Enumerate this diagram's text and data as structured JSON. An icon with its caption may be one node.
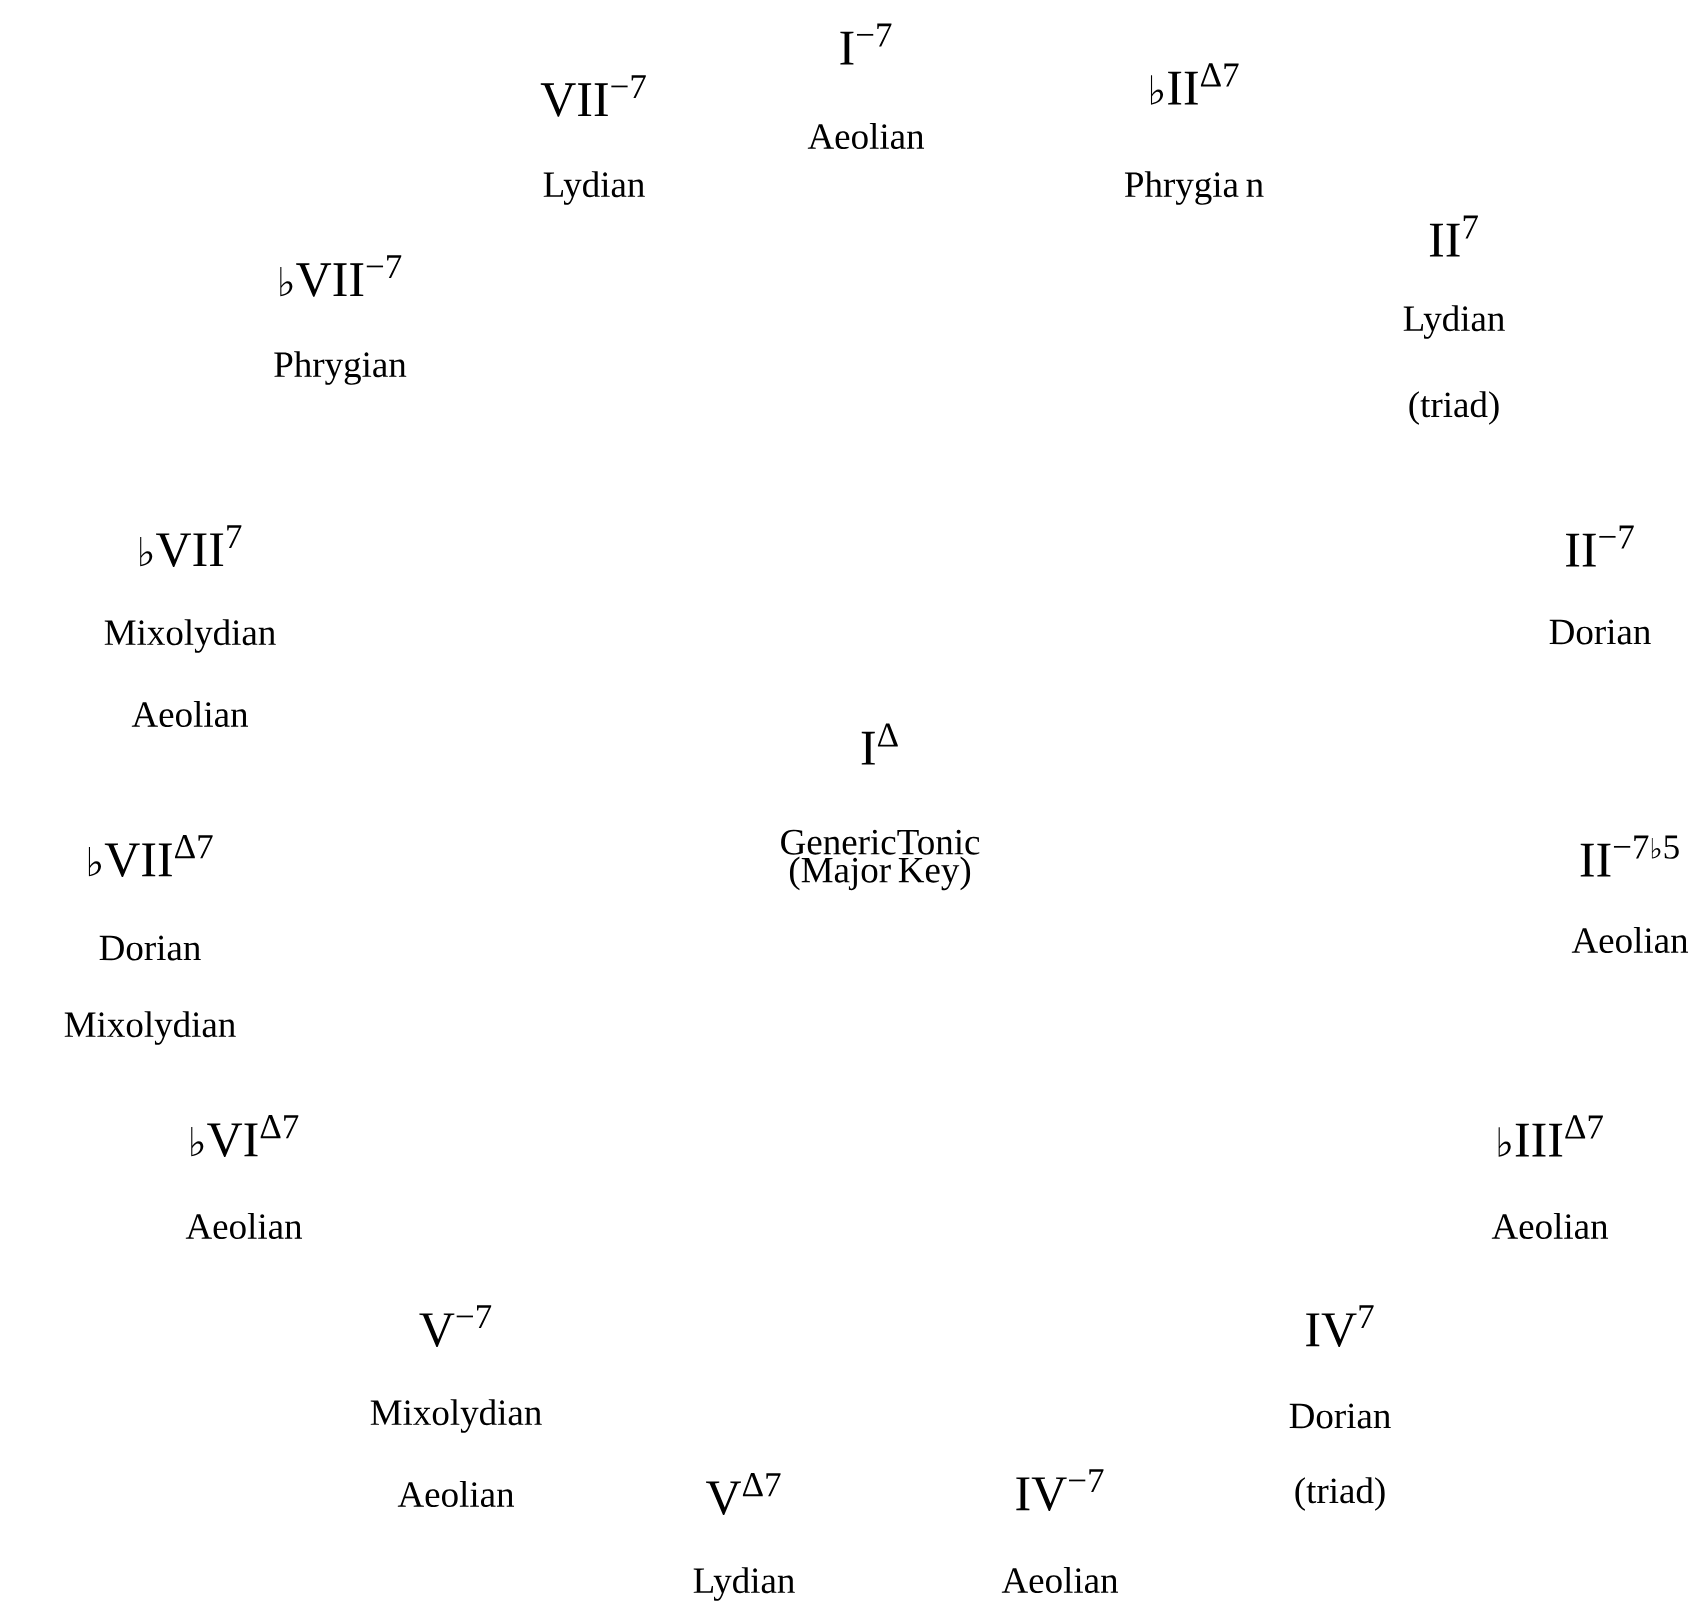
{
  "diagram": {
    "labels": [
      "I$^{−7}$",
      "Aeolian",
      "♭II$^{Δ7}$",
      "Phrygia n",
      "VII$^{−7}$",
      "Lydian",
      "II$^{7}$",
      "Lydian",
      "(triad)",
      "♭VII$^{−7}$",
      "Phrygian",
      "♭VII$^{7}$",
      "Mixolydian",
      "Aeolian",
      "II$^{−7}$",
      "Dorian",
      "I$^{Δ}$",
      "GenericTonic (Major Key)",
      "♭VII$^{Δ7}$",
      "Dorian",
      "Mixolydian",
      "II$^{−7♭5}$",
      "Aeolian",
      "♭VI$^{Δ7}$",
      "Aeolian",
      "♭III$^{Δ7}$",
      "Aeolian",
      "V$^{−7}$",
      "Mixolydian",
      "Aeolian",
      "IV$^{7}$",
      "Dorian",
      "(triad)",
      "V$^{Δ7}$",
      "Lydian",
      "IV$^{−7}$",
      "Aeolian"
    ]
  }
}
